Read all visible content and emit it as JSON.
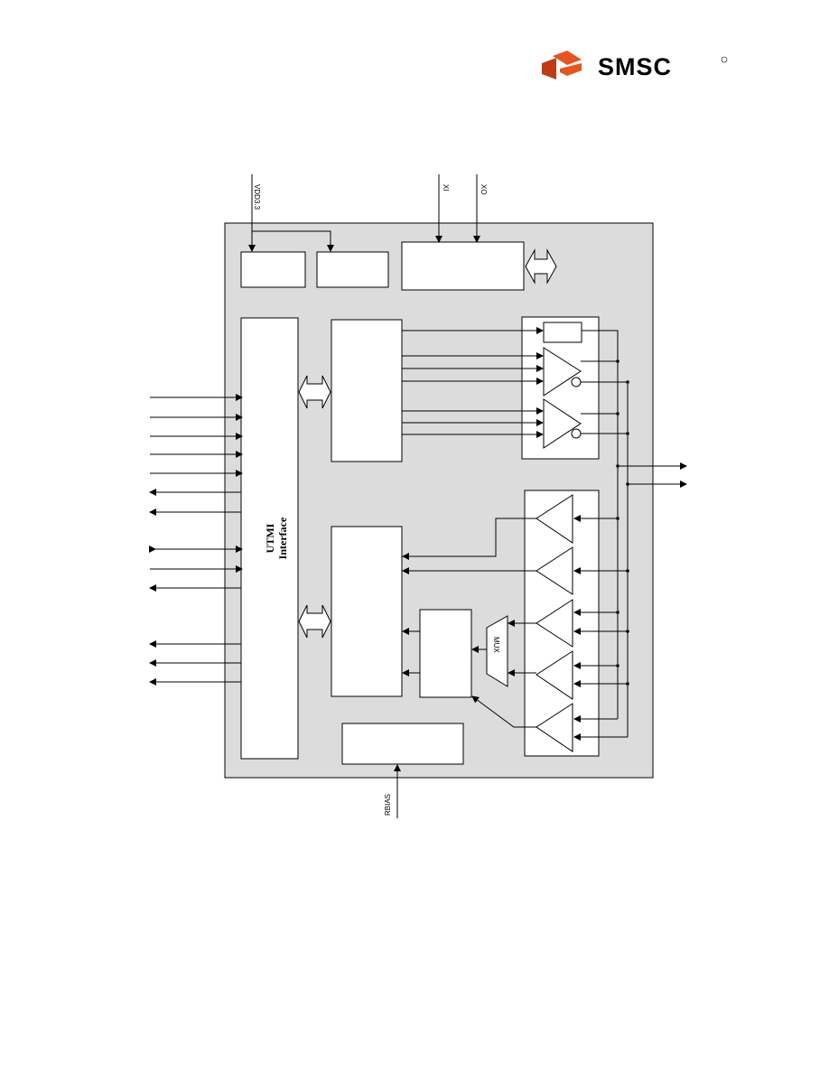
{
  "logo": {
    "text": "SMSC",
    "mark": "smsc-logo-icon",
    "accent": "#e8531e",
    "accent_dark": "#c23a12"
  },
  "pins": {
    "vdd33": "VDD3.3",
    "xi": "XI",
    "xo": "XO",
    "rbias": "RBIAS"
  },
  "blocks": {
    "utmi_line1": "UTMI",
    "utmi_line2": "Interface",
    "mux": "MUX"
  },
  "colors": {
    "chip_fill": "#dcdcdc",
    "block_fill": "#ffffff",
    "line": "#000000"
  }
}
